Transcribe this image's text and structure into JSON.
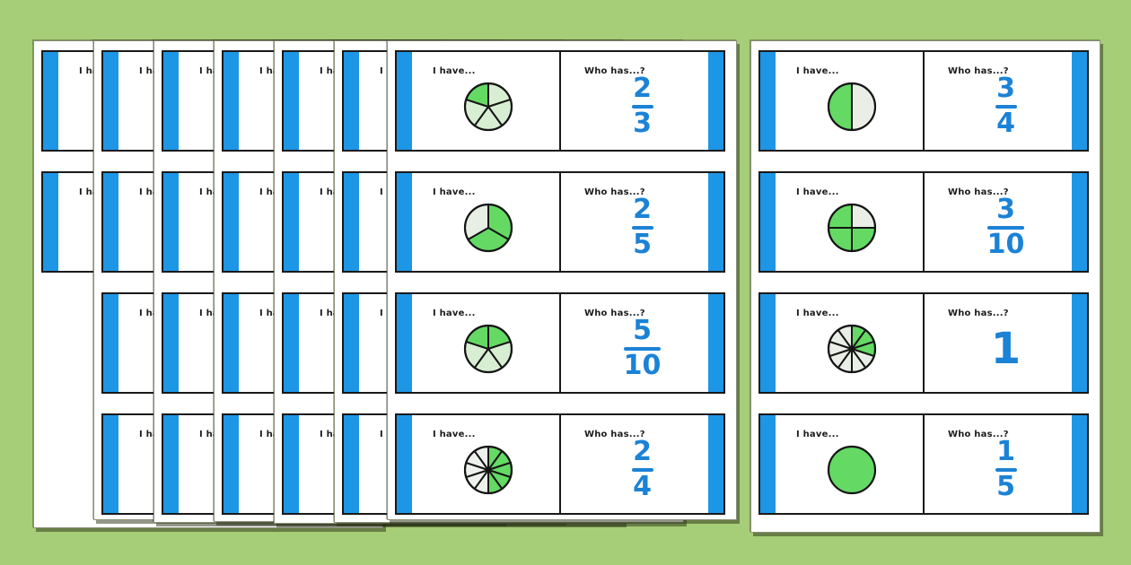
{
  "labels": {
    "i_have": "I have...",
    "who_has": "Who has...?"
  },
  "colors": {
    "background": "#a6cd77",
    "page": "#ffffff",
    "card_border": "#191919",
    "strip_blue": "#1e96e6",
    "fraction_blue": "#1b82d6",
    "pie_shaded_green": "#64da64",
    "pie_outline": "#151515"
  },
  "stack_pages": [
    {
      "visible_cards": 2
    },
    {
      "visible_cards": 4
    },
    {
      "visible_cards": 4
    },
    {
      "visible_cards": 4
    },
    {
      "visible_cards": 4
    },
    {
      "visible_cards": 4
    }
  ],
  "front_page": {
    "cards": [
      {
        "pie": {
          "depicts": "1/5",
          "slices": 5,
          "shaded": [
            4
          ],
          "unshaded_color": "#d7eed3"
        },
        "who_has": {
          "numerator": "2",
          "denominator": "3"
        }
      },
      {
        "pie": {
          "depicts": "2/3",
          "slices": 3,
          "shaded": [
            0,
            1
          ],
          "unshaded_color": "#e7eee3"
        },
        "who_has": {
          "numerator": "2",
          "denominator": "5"
        }
      },
      {
        "pie": {
          "depicts": "2/5",
          "slices": 5,
          "shaded": [
            0,
            4
          ],
          "unshaded_color": "#d7eed3"
        },
        "who_has": {
          "numerator": "5",
          "denominator": "10"
        }
      },
      {
        "pie": {
          "depicts": "5/10",
          "slices": 10,
          "shaded": [
            0,
            1,
            2,
            3,
            4
          ],
          "unshaded_color": "#eef2ec"
        },
        "who_has": {
          "numerator": "2",
          "denominator": "4"
        }
      }
    ]
  },
  "right_page": {
    "cards": [
      {
        "pie": {
          "depicts": "1/2",
          "slices": 2,
          "shaded": [
            1
          ],
          "unshaded_color": "#e9efe6"
        },
        "who_has": {
          "numerator": "3",
          "denominator": "4"
        }
      },
      {
        "pie": {
          "depicts": "3/4",
          "slices": 4,
          "shaded": [
            1,
            2,
            3
          ],
          "unshaded_color": "#e9efe6"
        },
        "who_has": {
          "numerator": "3",
          "denominator": "10"
        }
      },
      {
        "pie": {
          "depicts": "3/10",
          "slices": 10,
          "shaded": [
            0,
            1,
            2
          ],
          "unshaded_color": "#e9efe6"
        },
        "who_has": {
          "whole": "1"
        }
      },
      {
        "pie": {
          "depicts": "1",
          "slices": 1,
          "shaded": [
            0
          ],
          "unshaded_color": "#e9efe6"
        },
        "who_has": {
          "numerator": "1",
          "denominator": "5"
        }
      }
    ]
  }
}
